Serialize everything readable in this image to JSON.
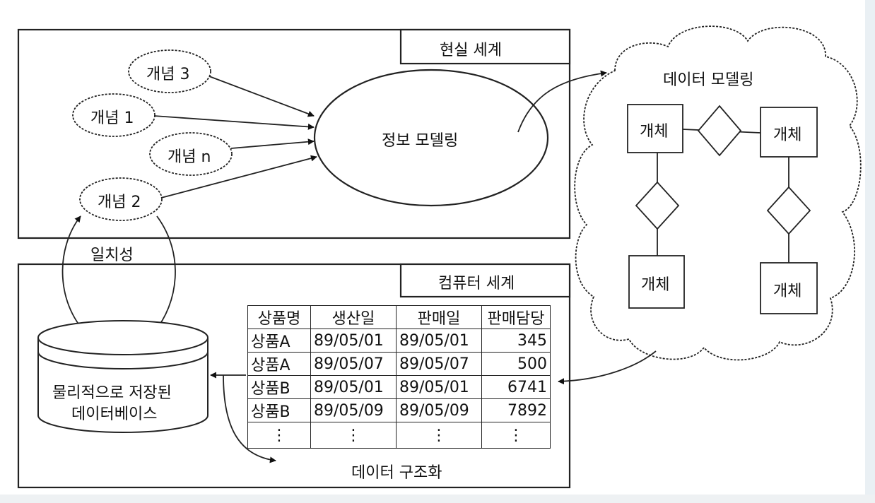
{
  "real_world": {
    "title": "현실 세계",
    "concepts": [
      "개념 3",
      "개념 1",
      "개념 n",
      "개념 2"
    ],
    "info_modeling": "정보 모델링"
  },
  "consistency_label": "일치성",
  "computer_world": {
    "title": "컴퓨터 세계",
    "database_label": [
      "물리적으로 저장된",
      "데이터베이스"
    ],
    "structuring_label": "데이터 구조화",
    "table": {
      "headers": [
        "상품명",
        "생산일",
        "판매일",
        "판매담당"
      ],
      "rows": [
        [
          "상품A",
          "89/05/01",
          "89/05/01",
          "345"
        ],
        [
          "상품A",
          "89/05/07",
          "89/05/07",
          "500"
        ],
        [
          "상품B",
          "89/05/01",
          "89/05/01",
          "6741"
        ],
        [
          "상품B",
          "89/05/09",
          "89/05/09",
          "7892"
        ],
        [
          "⋮",
          "⋮",
          "⋮",
          "⋮"
        ]
      ]
    }
  },
  "data_modeling": {
    "title": "데이터 모델링",
    "entity_label": "개체"
  }
}
